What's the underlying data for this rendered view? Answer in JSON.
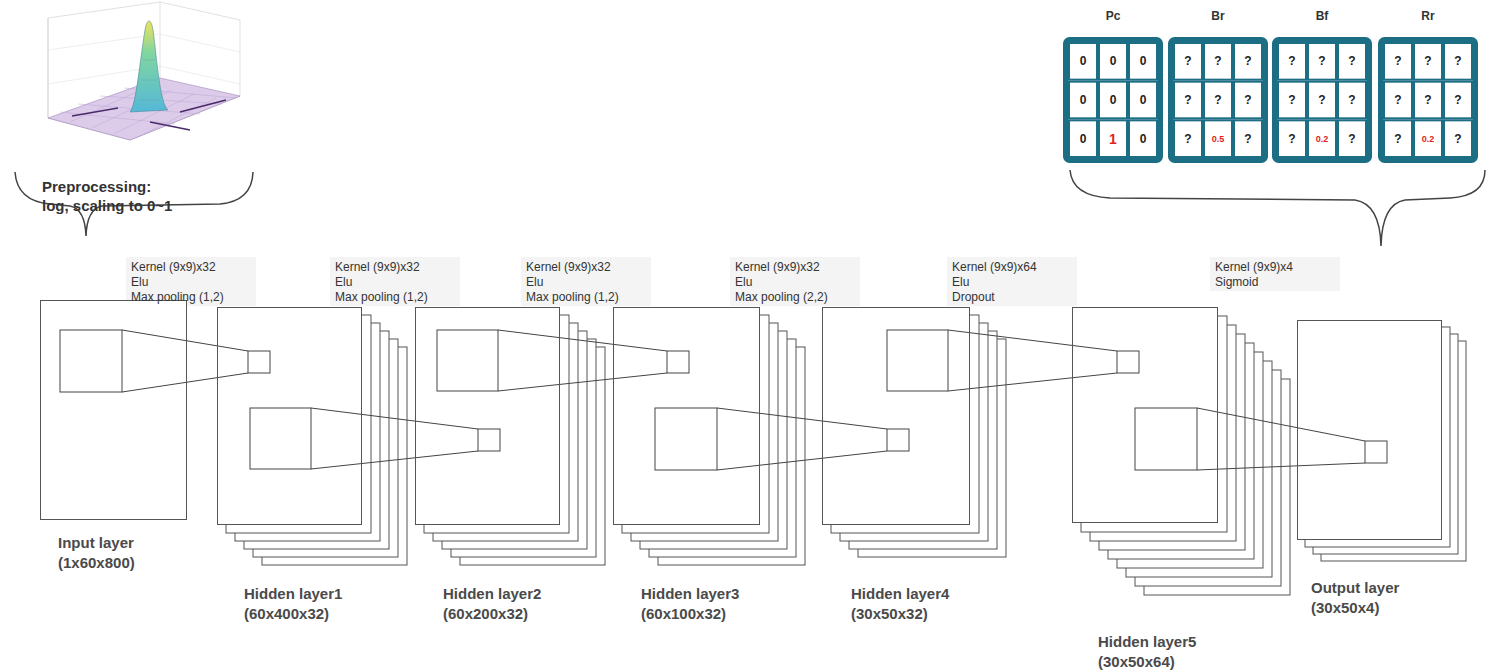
{
  "diagram": {
    "nodes": [
      {
        "text": [
          "Input layer",
          "(1x60x800)"
        ]
      },
      {
        "text": [
          "Hidden layer1",
          "(60x400x32)"
        ]
      },
      {
        "text": [
          "Hidden layer2",
          "(60x200x32)"
        ]
      },
      {
        "text": [
          "Hidden layer3",
          "(60x100x32)"
        ]
      },
      {
        "text": [
          "Hidden layer4",
          "(30x50x32)"
        ]
      },
      {
        "text": [
          "Hidden layer5",
          "(30x50x64)"
        ]
      },
      {
        "text": [
          "Output layer",
          "(30x50x4)"
        ]
      }
    ],
    "edges": [
      {
        "from": 0,
        "to": 1,
        "arrow": "none"
      },
      {
        "from": 1,
        "to": 2,
        "arrow": "none"
      },
      {
        "from": 2,
        "to": 3,
        "arrow": "none"
      },
      {
        "from": 3,
        "to": 4,
        "arrow": "none"
      },
      {
        "from": 4,
        "to": 5,
        "arrow": "none"
      },
      {
        "from": 5,
        "to": 6,
        "arrow": "none"
      }
    ],
    "labels": [
      "Preprocessing:",
      "log, scaling to 0~1",
      "Pc",
      "0",
      "0",
      "0",
      "0",
      "0",
      "0",
      "0",
      "1",
      "0",
      "Br",
      "?",
      "?",
      "?",
      "?",
      "?",
      "?",
      "?",
      "0.5",
      "?",
      "Bf",
      "?",
      "?",
      "?",
      "?",
      "?",
      "?",
      "?",
      "0.2",
      "?",
      "Rr",
      "?",
      "?",
      "?",
      "?",
      "?",
      "?",
      "?",
      "0.2",
      "?",
      "Kernel (9x9)x32",
      "Elu",
      "Max pooling (1,2)",
      "Kernel (9x9)x32",
      "Elu",
      "Max pooling (1,2)",
      "Kernel (9x9)x32",
      "Elu",
      "Max pooling (1,2)",
      "Kernel (9x9)x32",
      "Elu",
      "Max pooling (2,2)",
      "Kernel (9x9)x64",
      "Elu",
      "Dropout",
      "Kernel (9x9)x4",
      "Sigmoid"
    ]
  }
}
